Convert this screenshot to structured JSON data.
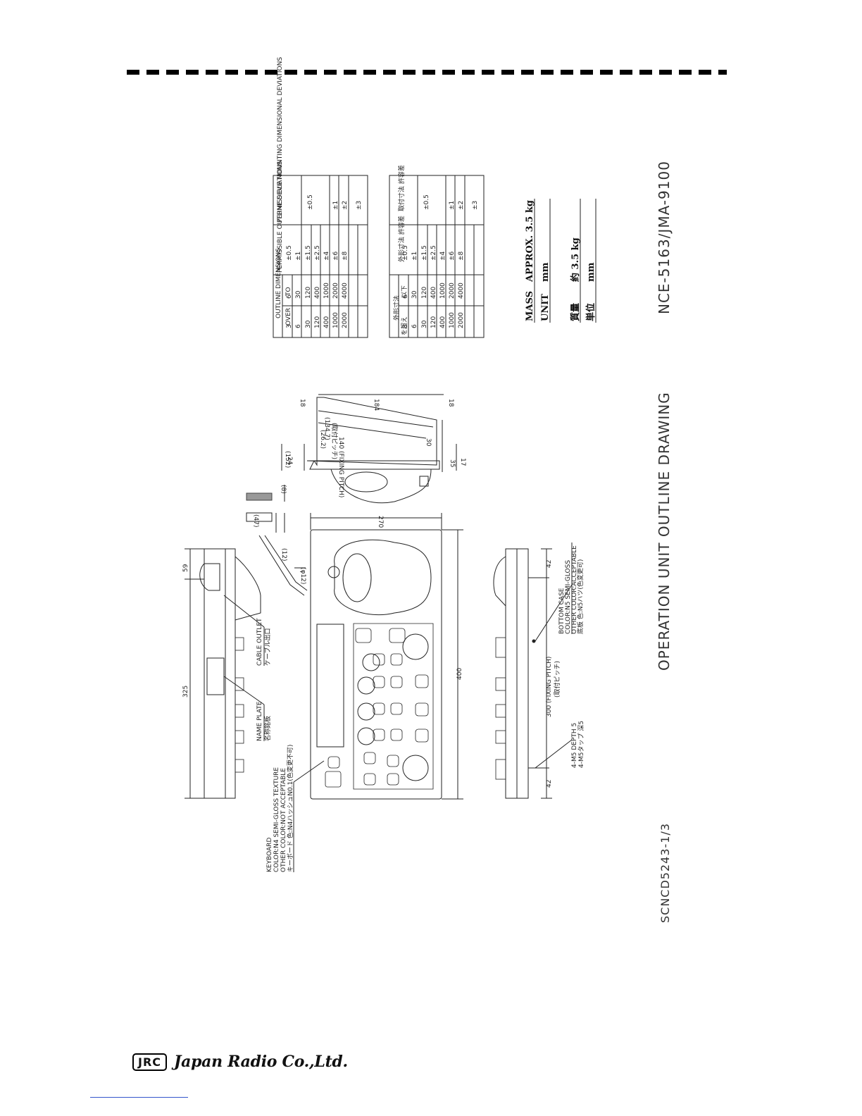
{
  "drawing": {
    "title": "OPERATION UNIT OUTLINE DRAWING",
    "model": "NCE-5163/JMA-9100",
    "doc_number": "SCNCD5243-1/3"
  },
  "mass_block": {
    "mass_label": "MASS",
    "mass_value": "APPROX.  3.5 kg",
    "unit_label": "UNIT",
    "unit_value": "mm",
    "mass_label_jp": "質量",
    "mass_value_jp": "約 3.5 kg",
    "unit_label_jp": "単位",
    "unit_value_jp": "mm"
  },
  "tolerance_table_en": {
    "headers": [
      "OUTLINE DIMENSIONS",
      "OVER",
      "TO",
      "PERMISSIBLE OUTLINE DEVIATIONS",
      "PERMISSIBLE MOUNTING DIMENSIONAL DEVIATIONS"
    ],
    "rows": [
      [
        "3",
        "6",
        "±0.5"
      ],
      [
        "6",
        "30",
        "±1"
      ],
      [
        "30",
        "120",
        "±1.5"
      ],
      [
        "120",
        "400",
        "±2.5"
      ],
      [
        "400",
        "1000",
        "±4"
      ],
      [
        "1000",
        "2000",
        "±6"
      ],
      [
        "2000",
        "4000",
        "±8"
      ]
    ],
    "mount_values": [
      "±0.5",
      "±1",
      "±2",
      "±3"
    ]
  },
  "tolerance_table_jp": {
    "headers": [
      "外形寸法",
      "を超え",
      "以下",
      "外形寸法 許容差",
      "取付寸法 許容差"
    ],
    "rows": [
      [
        "3",
        "6",
        "±0.5"
      ],
      [
        "6",
        "30",
        "±1"
      ],
      [
        "30",
        "120",
        "±1.5"
      ],
      [
        "120",
        "400",
        "±2.5"
      ],
      [
        "400",
        "1000",
        "±4"
      ],
      [
        "1000",
        "2000",
        "±6"
      ],
      [
        "2000",
        "4000",
        "±8"
      ]
    ],
    "mount_values": [
      "±0.5",
      "±1",
      "±2",
      "±3"
    ]
  },
  "dimensions": {
    "d325": "325",
    "d59": "59",
    "d400": "400",
    "d270": "270",
    "d12": "(12)",
    "d47": "(47)",
    "d8": "(8)",
    "dphi12": "(φ12)",
    "d152": "(152)",
    "d24": "24",
    "d17": "17",
    "d35": "35",
    "d184": "184",
    "d18a": "18",
    "d18b": "18",
    "d30": "30",
    "d262": "(26.2)",
    "d140": "140 (FIXING PITCH)",
    "d140jp": "(取付ピッチ)",
    "d1347": "(134.7)",
    "d42a": "42",
    "d42b": "42",
    "d300": "300 (FIXING PITCH)",
    "d300jp": "(取付ピッチ)"
  },
  "labels": {
    "cable_outlet": "CABLE OUTLET",
    "cable_outlet_jp": "ケーブル出口",
    "name_plate": "NAME PLATE",
    "name_plate_jp": "名称銘板",
    "keyboard": "KEYBOARD",
    "keyboard_color": "COLOR:N4 SEMI-GLOSS TEXTURE",
    "keyboard_other": "OTHER COLOR:NOT ACCEPTABLE",
    "keyboard_jp": "キーボード 色:N4ハッシュN0.1(色変更不可)",
    "bottom_case": "BOTTOM CASE",
    "bottom_color": "COLOR:N5 SEMI-GLOSS",
    "bottom_other": "OTHER COLOR:ACCEPTABLE",
    "bottom_jp": "底板 色:N5ハツ(色変更可)",
    "screw": "4-M5 DEPTH 5",
    "screw_jp": "4-M5タップ 深5"
  },
  "footer": {
    "logo_mark": "JRC",
    "company": "Japan Radio Co.,Ltd."
  }
}
